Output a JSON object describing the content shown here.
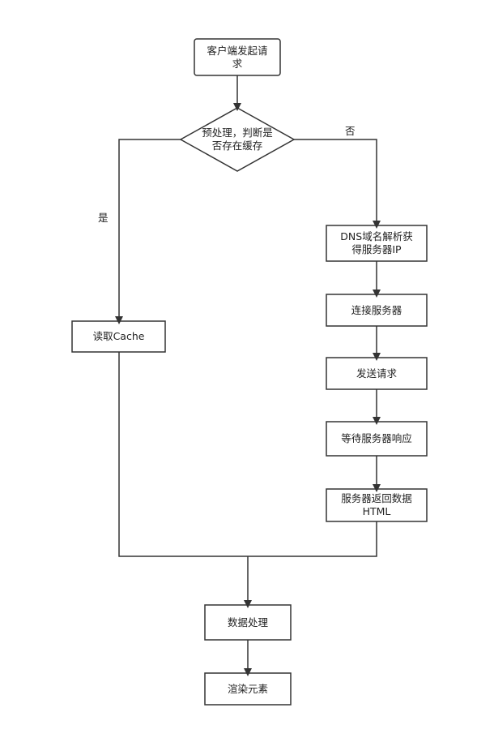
{
  "nodes": {
    "start": "客户端发起请\n求",
    "decision": "预处理，判断是\n否存在缓存",
    "read_cache": "读取Cache",
    "dns": "DNS域名解析获\n得服务器IP",
    "connect": "连接服务器",
    "send": "发送请求",
    "wait": "等待服务器响应",
    "return_html": "服务器返回数据\nHTML",
    "process": "数据处理",
    "render": "渲染元素"
  },
  "edges": {
    "yes_label": "是",
    "no_label": "否"
  },
  "colors": {
    "stroke": "#333333",
    "fill": "#ffffff"
  }
}
